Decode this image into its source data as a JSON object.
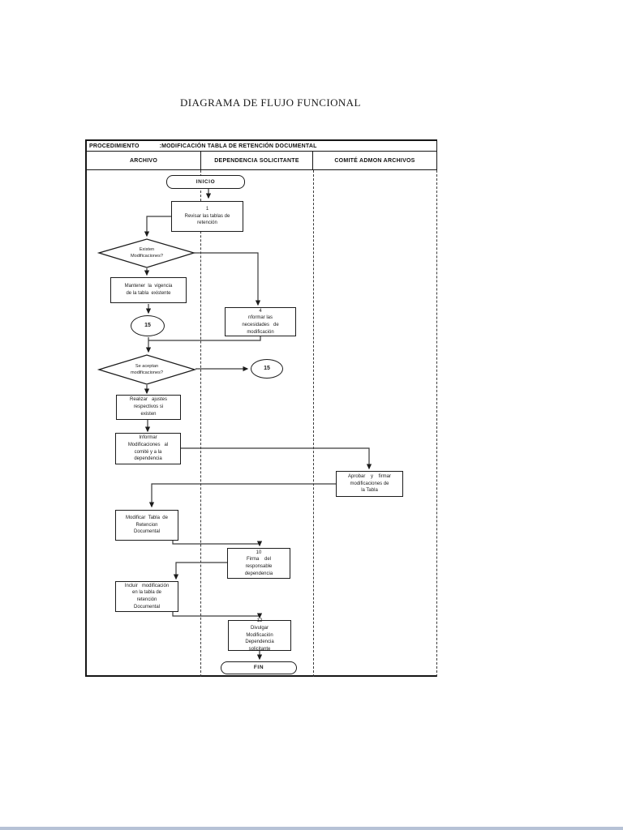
{
  "page": {
    "title": "DIAGRAMA DE FLUJO FUNCIONAL"
  },
  "procedure": {
    "label": "PROCEDIMIENTO",
    "value": ":MODIFICACIÓN TABLA DE RETENCIÓN DOCUMENTAL"
  },
  "columns": [
    "ARCHIVO",
    "DEPENDENCIA SOLICITANTE",
    "COMITÉ ADMON ARCHIVOS"
  ],
  "nodes": {
    "inicio": "INICIO",
    "revisar": "1\nRevisar las tablas de\nretención",
    "existen_modificaciones": "Existen\nModificaciones?",
    "mantener_vigencia": "Mantener  la  vigencia\nde la tabla  existente",
    "conector_15_a": "15",
    "informar_necesidades": "4\nnformar las\nnecesidades   de\nmodificación",
    "se_aceptan": "Se aceptan\nmodificaciones?",
    "conector_15_b": "15",
    "realizar_ajustes": "Realizar   ajustes\nrespectivos si\nexisten",
    "informar_modificaciones": "Informar\nModificaciones   al\ncomité y a la\ndependencia",
    "aprobar_firmar": "Aprobar    y    firmar\nmodificaciones de\nla Tabla",
    "modificar_tabla": "Modificar  Tabla  de\nRetencion\nDocumental",
    "firma_responsable": "10\nFirma    del\nresponsable\ndependencia",
    "incluir_modificacion": "Incluir   modificación\nen la tabla de\nretención\nDocumental",
    "divulgar_modificacion": "12\nDivulgar\nModificación\nDependencia\nsolicitante",
    "fin": "FIN"
  }
}
